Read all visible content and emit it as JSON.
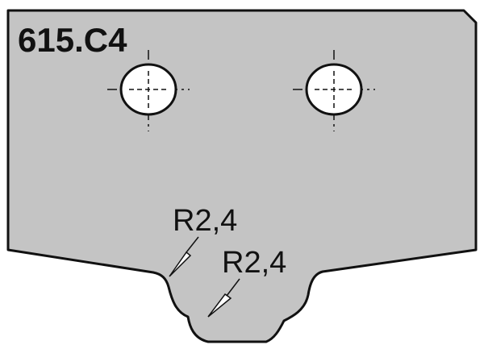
{
  "title": "615.C4",
  "annotations": [
    {
      "label": "R2,4"
    },
    {
      "label": "R2,4"
    }
  ],
  "colors": {
    "fill": "#c4c4c4",
    "stroke": "#111111",
    "hole_fill": "#ffffff",
    "background": "#ffffff"
  }
}
